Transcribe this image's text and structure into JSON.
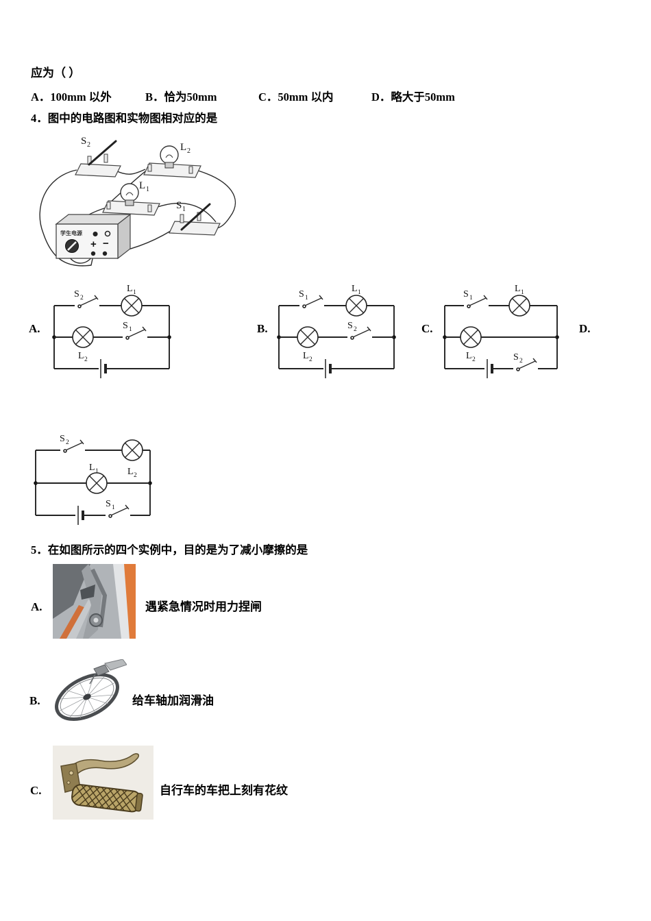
{
  "header": {
    "lead": "应为（  ）",
    "options": [
      "A．100mm 以外",
      "B．恰为50mm",
      "C．50mm 以内",
      "D．略大于50mm"
    ]
  },
  "q4": {
    "title": "4．图中的电路图和实物图相对应的是",
    "photo": {
      "s2": {
        "main": "S",
        "sub": "2"
      },
      "l2": {
        "main": "L",
        "sub": "2"
      },
      "l1": {
        "main": "L",
        "sub": "1"
      },
      "s1": {
        "main": "S",
        "sub": "1"
      },
      "power_label": "学生电源",
      "plus": "+",
      "minus": "−"
    },
    "options": {
      "a": {
        "key": "A.",
        "top_switch": {
          "main": "S",
          "sub": "2"
        },
        "top_lamp": {
          "main": "L",
          "sub": "1"
        },
        "mid_lamp": {
          "main": "L",
          "sub": "2"
        },
        "mid_switch": {
          "main": "S",
          "sub": "1"
        }
      },
      "b": {
        "key": "B.",
        "top_switch": {
          "main": "S",
          "sub": "1"
        },
        "top_lamp": {
          "main": "L",
          "sub": "1"
        },
        "mid_lamp": {
          "main": "L",
          "sub": "2"
        },
        "mid_switch": {
          "main": "S",
          "sub": "2"
        }
      },
      "c": {
        "key": "C.",
        "top_switch": {
          "main": "S",
          "sub": "1"
        },
        "top_lamp": {
          "main": "L",
          "sub": "1"
        },
        "mid_lamp": {
          "main": "L",
          "sub": "2"
        },
        "bottom_switch": {
          "main": "S",
          "sub": "2"
        }
      },
      "d": {
        "key": "D.",
        "top_switch": {
          "main": "S",
          "sub": "2"
        },
        "top_lamp": {
          "main": "L",
          "sub": "2"
        },
        "mid_lamp": {
          "main": "L",
          "sub": "1"
        },
        "bottom_switch": {
          "main": "S",
          "sub": "1"
        }
      }
    }
  },
  "q5": {
    "title": "5．在如图所示的四个实例中，目的是为了减小摩擦的是",
    "options": [
      {
        "key": "A.",
        "caption": "遇紧急情况时用力捏闸",
        "image": "bicycle-brake-photo"
      },
      {
        "key": "B.",
        "caption": "给车轴加润滑油",
        "image": "wheel-oiling-photo"
      },
      {
        "key": "C.",
        "caption": "自行车的车把上刻有花纹",
        "image": "handlebar-grip-photo"
      }
    ]
  }
}
